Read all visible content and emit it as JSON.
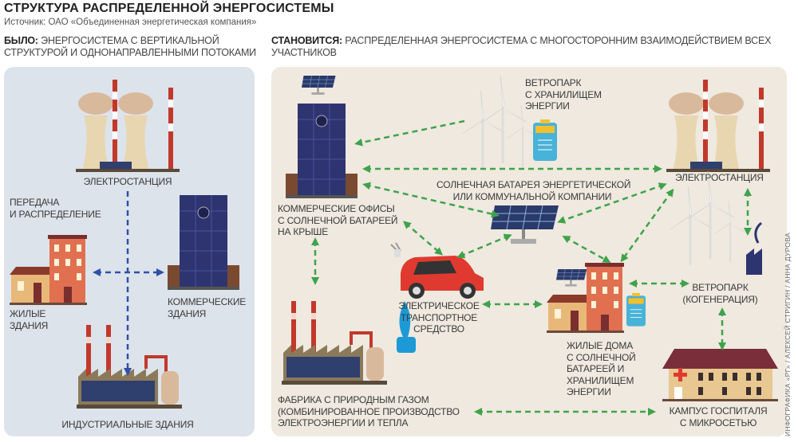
{
  "title": "СТРУКТУРА РАСПРЕДЕЛЕННОЙ ЭНЕРГОСИСТЕМЫ",
  "source": "Источник: ОАО «Объединенная энергетическая компания»",
  "before": {
    "prefix": "БЫЛО:",
    "text": "ЭНЕРГОСИСТЕМА С ВЕРТИКАЛЬНОЙ СТРУКТУРОЙ И ОДНОНАПРАВЛЕННЫМИ ПОТОКАМИ",
    "labels": {
      "power_plant": "ЭЛЕКТРОСТАНЦИЯ",
      "transmission_1": "ПЕРЕДАЧА",
      "transmission_2": "И РАСПРЕДЕЛЕНИЕ",
      "residential_1": "ЖИЛЫЕ",
      "residential_2": "ЗДАНИЯ",
      "commercial_1": "КОММЕРЧЕСКИЕ",
      "commercial_2": "ЗДАНИЯ",
      "industrial": "ИНДУСТРИАЛЬНЫЕ ЗДАНИЯ"
    }
  },
  "after": {
    "prefix": "СТАНОВИТСЯ:",
    "text": "РАСПРЕДЕЛЕННАЯ ЭНЕРГОСИСТЕМА С МНОГОСТОРОННИМ ВЗАИМОДЕЙСТВИЕМ ВСЕХ УЧАСТНИКОВ",
    "labels": {
      "offices": [
        "КОММЕРЧЕСКИЕ ОФИСЫ",
        "С СОЛНЕЧНОЙ БАТАРЕЕЙ",
        "НА КРЫШЕ"
      ],
      "wind_storage": [
        "ВЕТРОПАРК",
        "С ХРАНИЛИЩЕМ",
        "ЭНЕРГИИ"
      ],
      "power_plant": "ЭЛЕКТРОСТАНЦИЯ",
      "utility_solar": [
        "СОЛНЕЧНАЯ БАТАРЕЯ ЭНЕРГЕТИЧЕСКОЙ",
        "ИЛИ КОММУНАЛЬНОЙ КОМПАНИИ"
      ],
      "ev": [
        "ЭЛЕКТРИЧЕСКОЕ",
        "ТРАНСПОРТНОЕ",
        "СРЕДСТВО"
      ],
      "homes": [
        "ЖИЛЫЕ ДОМА",
        "С СОЛНЕЧНОЙ",
        "БАТАРЕЕЙ И",
        "ХРАНИЛИЩЕМ",
        "ЭНЕРГИИ"
      ],
      "wind_cogen": [
        "ВЕТРОПАРК",
        "(КОГЕНЕРАЦИЯ)"
      ],
      "factory": [
        "ФАБРИКА С ПРИРОДНЫМ ГАЗОМ",
        "(КОМБИНИРОВАННОЕ ПРОИЗВОДСТВО",
        "ЭЛЕКТРОЭНЕРГИИ И ТЕПЛА"
      ],
      "hospital": [
        "КАМПУС ГОСПИТАЛЯ",
        "С МИКРОСЕТЬЮ"
      ]
    }
  },
  "credit": "ИНФОГРАФИКА «РГ» / АЛЕКСЕЙ СТРИГИН / АННА ДУРОВА",
  "colors": {
    "left_bg": "#dde3eb",
    "right_bg": "#efe9df",
    "green_arrow": "#3ea34b",
    "blue_arrow": "#3050a8"
  }
}
